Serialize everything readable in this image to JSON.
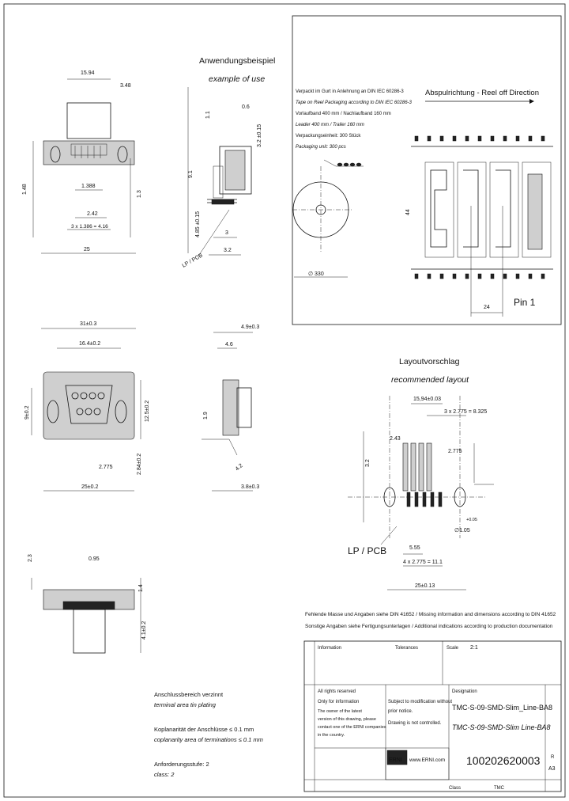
{
  "app_usage": {
    "title_de": "Anwendungsbeispiel",
    "title_en": "example of use"
  },
  "reel": {
    "lines": [
      "Verpackt im Gurt in Anlehnung an DIN IEC 60286-3",
      "Tape on Reel Packaging according to DIN IEC 60286-3",
      "Vorlaufband 400 mm / Nachlaufband 160 mm",
      "Leader 400 mm / Trailer 160 mm",
      "Verpackungseinheit: 300 Stück",
      "Packaging unit: 300 pcs"
    ],
    "direction": "Abspulrichtung - Reel off Direction",
    "reel_dim": "∅ 330",
    "pitch": "24",
    "pin1": "Pin 1",
    "tape_width": "44"
  },
  "layout": {
    "title_de": "Layoutvorschlag",
    "title_en": "recommended layout",
    "lp_pcb": "LP / PCB",
    "dims": {
      "d1": "15,94±0.03",
      "d2": "3 x 2.775 = 8.325",
      "d3": "2.43",
      "d4": "2.775",
      "d5": "3.2",
      "d6": "5.55",
      "d7": "4 x 2.775 = 11.1",
      "d8": "25±0.13",
      "d9": "∅1.05",
      "d10": "+0.05"
    }
  },
  "notes": {
    "terminal_de": "Anschlussbereich verzinnt",
    "terminal_en": "terminal area tin plating",
    "coplan_de": "Koplanarität der Anschlüsse ≤ 0.1 mm",
    "coplan_en": "coplanarity area of terminations ≤ 0.1 mm",
    "req_de": "Anforderungsstufe: 2",
    "req_en": "class: 2"
  },
  "dims_views": {
    "top": {
      "w1": "15.94",
      "w2": "3.48",
      "h1": "1.48",
      "h2": "1.3",
      "w3": "1.388",
      "w4": "2.42",
      "w5": "3 x 1.386 = 4.16",
      "w6": "25"
    },
    "side_top": {
      "a": "0.6",
      "b": "3.2 ±0.15",
      "c": "1.1",
      "d": "9.1",
      "e": "4.85 ±0.15",
      "f": "3",
      "g": "3.2",
      "lp": "LP / PCB"
    },
    "front": {
      "w1": "31±0.3",
      "w2": "16.4±0.2",
      "h1": "9±0.2",
      "h2": "12.5±0.2",
      "w3": "2.775",
      "h3": "2.84±0.2",
      "w4": "25±0.2"
    },
    "side_front": {
      "a": "4.9±0.3",
      "b": "4.6",
      "c": "1.9",
      "d": "4.2",
      "e": "3.8±0.3"
    },
    "bottom": {
      "a": "2.3",
      "b": "0.95",
      "c": "1.4",
      "d": "4.1±0.2"
    }
  },
  "title_block": {
    "missing_de": "Fehlende Masse und Angaben siehe DIN 41652 / Missing information and dimensions according to DIN 41652",
    "other_de": "Sonstige Angaben siehe Fertigungsunterlagen / Additional indications according to production documentation",
    "information": "Information",
    "tolerances": "Tolerances",
    "scale_label": "Scale",
    "scale": "2:1",
    "all_rights": "All rights reserved",
    "only_info": "Only for information",
    "note1": "The owner of the latest",
    "note2": "version of this drawing, please",
    "note3": "contact one of the ERNI companies",
    "note4": "in the country.",
    "subject1": "Subject to modification without",
    "subject2": "prior notice.",
    "subject3": "Drawing is not controlled.",
    "designation_label": "Designation",
    "designation1": "TMC-S-09-SMD-Slim_Line-BA8",
    "designation2": "TMC-S-09-SMD-Slim Line-BA8",
    "logo": "ERNI",
    "website": "www.ERNI.com",
    "part_number": "100202620003",
    "class_label": "Class",
    "class_value": "TMC",
    "sheet_label": "R",
    "rev": "A3"
  }
}
